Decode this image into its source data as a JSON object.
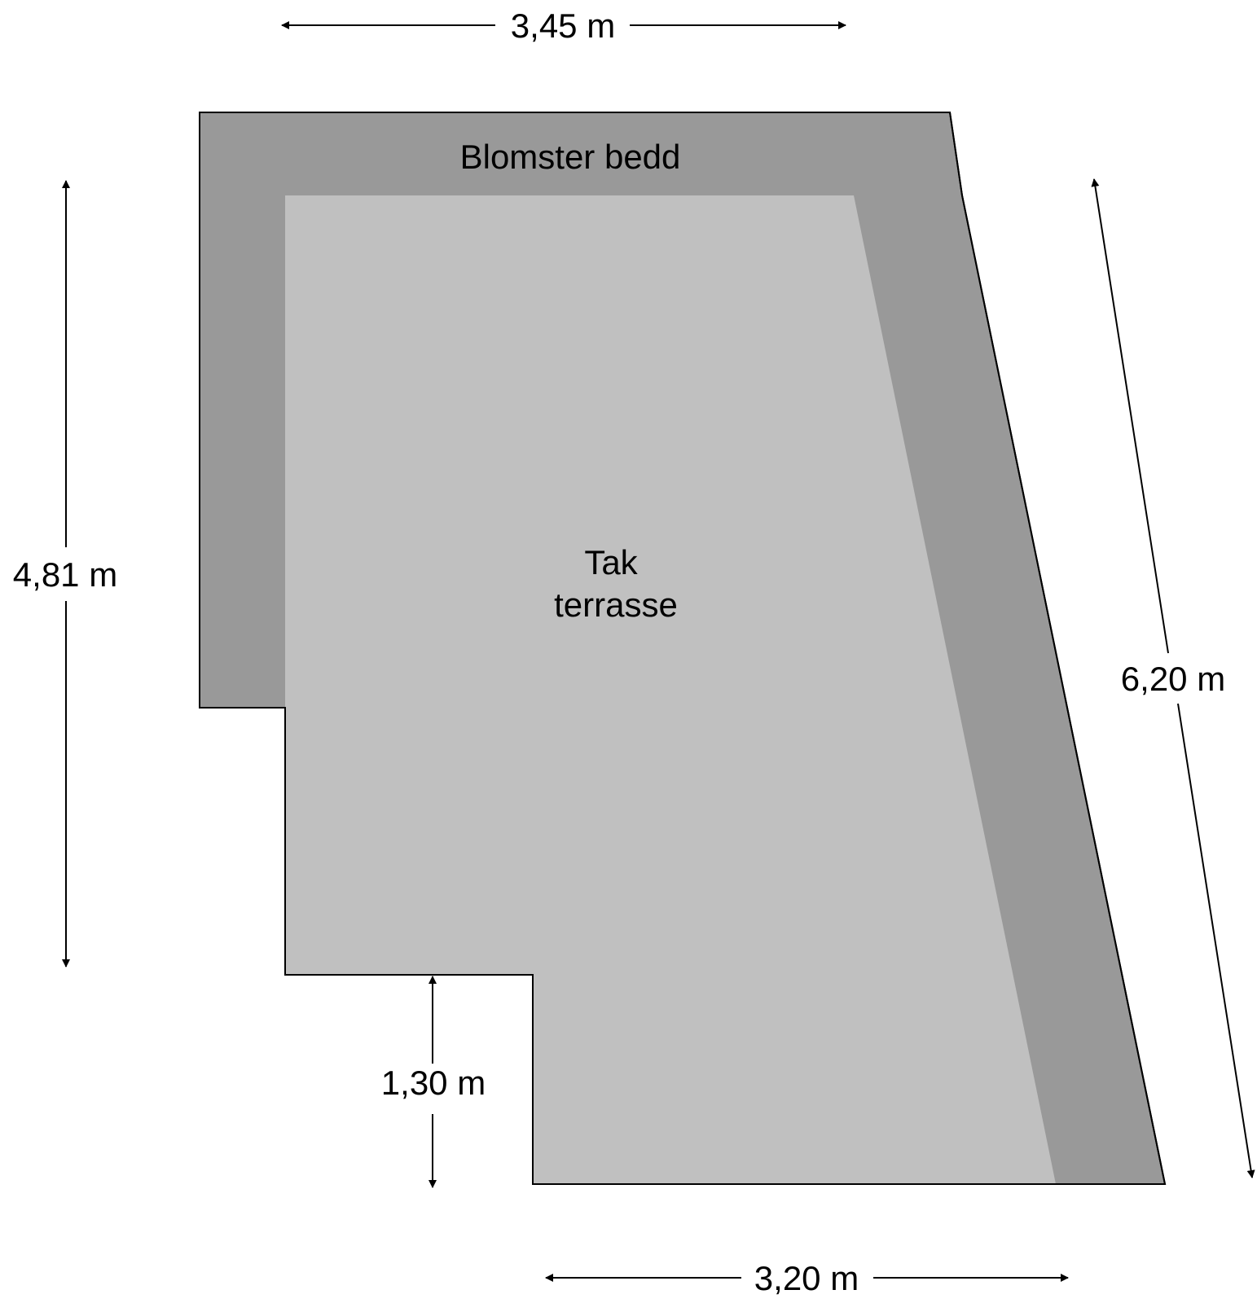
{
  "colors": {
    "background": "#ffffff",
    "flower_bed": "#999999",
    "terrace": "#c0c0c0",
    "outline": "#000000",
    "text": "#000000"
  },
  "labels": {
    "flower_bed": "Blomster bedd",
    "terrace_line1": "Tak",
    "terrace_line2": "terrasse"
  },
  "dimensions": {
    "top_width": "3,45 m",
    "left_height": "4,81 m",
    "right_slant": "6,20 m",
    "notch_height": "1,30 m",
    "bottom_width": "3,20 m"
  }
}
